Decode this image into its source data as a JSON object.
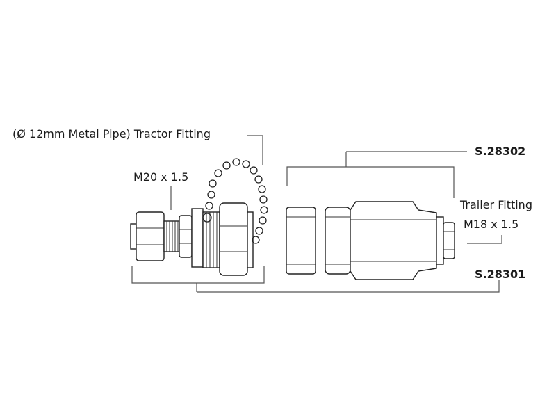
{
  "labels": {
    "tractor_fitting": "(Ø 12mm Metal Pipe) Tractor Fitting",
    "tractor_thread": "M20 x 1.5",
    "part_coupler": "S.28302",
    "trailer_fitting": "Trailer Fitting",
    "trailer_thread": "M18 x 1.5",
    "part_set": "S.28301"
  },
  "colors": {
    "line": "#555555",
    "outline": "#222222",
    "text": "#1a1a1a"
  }
}
